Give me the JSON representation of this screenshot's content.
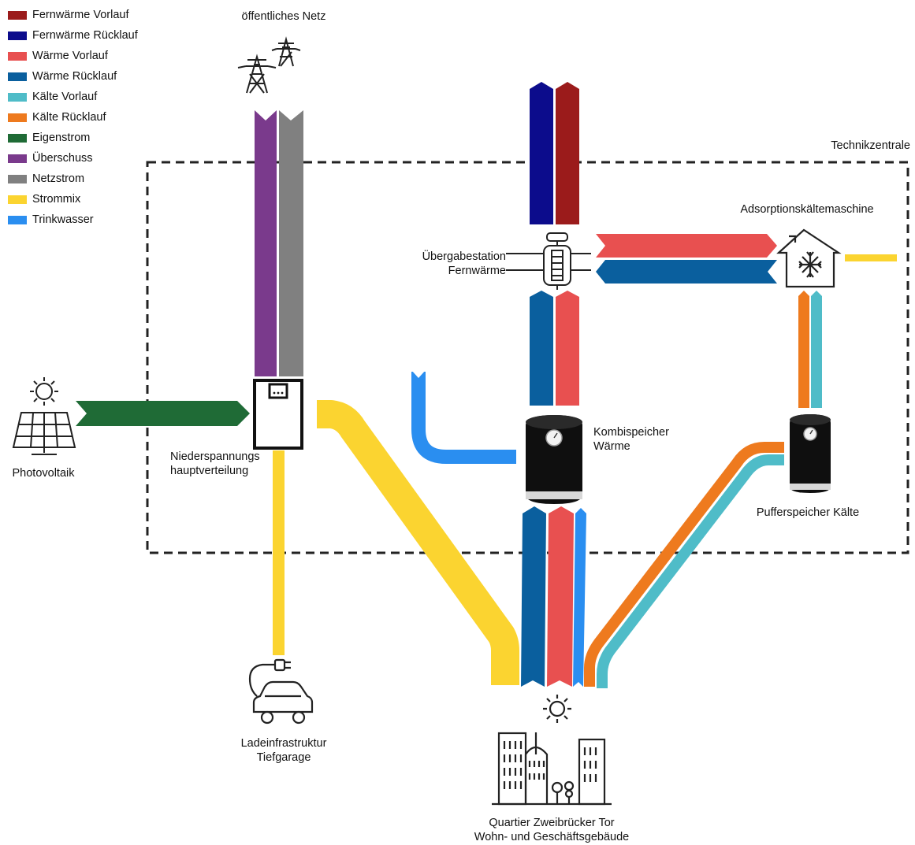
{
  "colors": {
    "fernwaerme_vorlauf": "#9b1b1b",
    "fernwaerme_ruecklauf": "#0c0c8c",
    "waerme_vorlauf": "#e85050",
    "waerme_ruecklauf": "#0a5f9e",
    "kaelte_vorlauf": "#4fbcc8",
    "kaelte_ruecklauf": "#ee7a1e",
    "eigenstrom": "#1f6b36",
    "ueberschuss": "#7a3a8c",
    "netzstrom": "#808080",
    "strommix": "#fbd430",
    "trinkwasser": "#2a8ef0",
    "boundary": "#222222"
  },
  "legend": [
    {
      "label": "Fernwärme Vorlauf",
      "color": "#9b1b1b"
    },
    {
      "label": "Fernwärme Rücklauf",
      "color": "#0c0c8c"
    },
    {
      "label": "Wärme Vorlauf",
      "color": "#e85050"
    },
    {
      "label": "Wärme Rücklauf",
      "color": "#0a5f9e"
    },
    {
      "label": "Kälte Vorlauf",
      "color": "#4fbcc8"
    },
    {
      "label": "Kälte Rücklauf",
      "color": "#ee7a1e"
    },
    {
      "label": "Eigenstrom",
      "color": "#1f6b36"
    },
    {
      "label": "Überschuss",
      "color": "#7a3a8c"
    },
    {
      "label": "Netzstrom",
      "color": "#808080"
    },
    {
      "label": "Strommix",
      "color": "#fbd430"
    },
    {
      "label": "Trinkwasser",
      "color": "#2a8ef0"
    }
  ],
  "labels": {
    "grid": "öffentliches Netz",
    "technikzentrale": "Technikzentrale",
    "adsorption": "Adsorptionskältemaschine",
    "uebergabe_1": "Übergabestation",
    "uebergabe_2": "Fernwärme",
    "kombi_1": "Kombispeicher",
    "kombi_2": "Wärme",
    "puffer": "Pufferspeicher Kälte",
    "nshv_1": "Niederspannungs",
    "nshv_2": "hauptverteilung",
    "pv": "Photovoltaik",
    "lade_1": "Ladeinfrastruktur",
    "lade_2": "Tiefgarage",
    "quartier_1": "Quartier Zweibrücker Tor",
    "quartier_2": "Wohn- und Geschäftsgebäude"
  },
  "icons": {
    "grid": "power-pylon-icon",
    "pv": "solar-panel-icon",
    "nshv": "switchboard-icon",
    "uebergabe": "substation-valve-icon",
    "adsorption": "cooling-house-icon",
    "kombi": "storage-tank-icon",
    "puffer": "storage-tank-icon",
    "lade": "ev-charging-icon",
    "quartier": "city-buildings-icon"
  }
}
